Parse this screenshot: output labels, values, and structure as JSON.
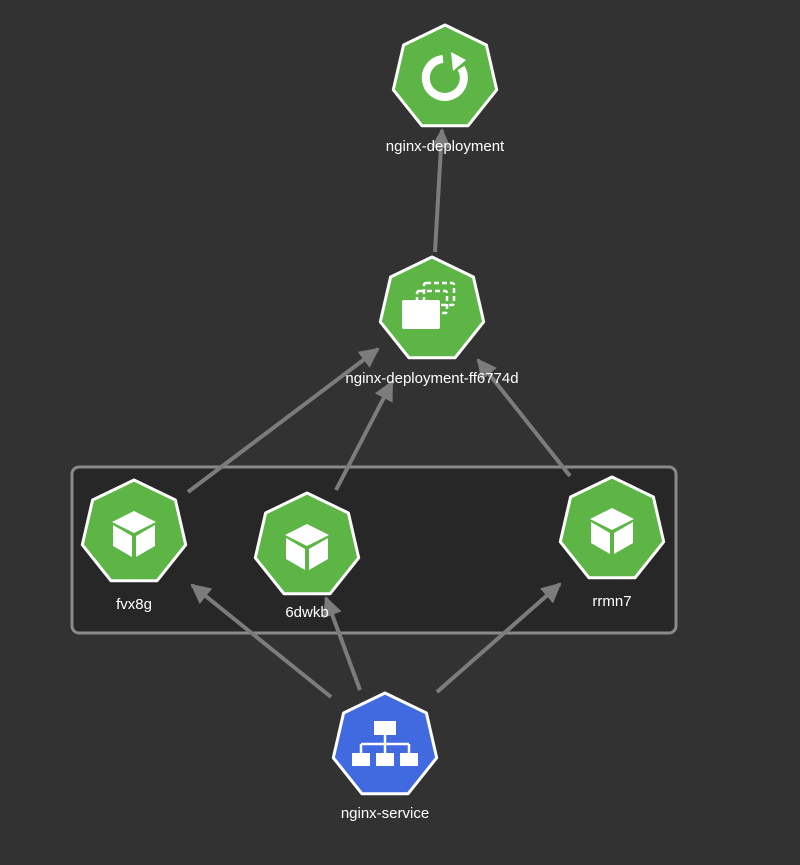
{
  "colors": {
    "background": "#323232",
    "group_fill": "#272727",
    "group_stroke": "#8a8a8a",
    "edge": "#7c7c7c",
    "node_green": "#5cb544",
    "node_blue": "#4169e0",
    "node_border": "#ffffff",
    "icon": "#ffffff",
    "label": "#ffffff"
  },
  "nodes": [
    {
      "id": "deployment",
      "label": "nginx-deployment",
      "kind": "deployment",
      "icon": "refresh-icon",
      "color": "#5cb544"
    },
    {
      "id": "replicaset",
      "label": "nginx-deployment-ff6774d",
      "kind": "replicaset",
      "icon": "stacked-windows-icon",
      "color": "#5cb544"
    },
    {
      "id": "pod1",
      "label": "fvx8g",
      "kind": "pod",
      "icon": "cube-icon",
      "color": "#5cb544"
    },
    {
      "id": "pod2",
      "label": "6dwkb",
      "kind": "pod",
      "icon": "cube-icon",
      "color": "#5cb544"
    },
    {
      "id": "pod3",
      "label": "rrmn7",
      "kind": "pod",
      "icon": "cube-icon",
      "color": "#5cb544"
    },
    {
      "id": "service",
      "label": "nginx-service",
      "kind": "service",
      "icon": "network-tree-icon",
      "color": "#4169e0"
    }
  ],
  "edges": [
    {
      "from": "replicaset",
      "to": "deployment"
    },
    {
      "from": "pod1",
      "to": "replicaset"
    },
    {
      "from": "pod2",
      "to": "replicaset"
    },
    {
      "from": "pod3",
      "to": "replicaset"
    },
    {
      "from": "service",
      "to": "pod1"
    },
    {
      "from": "service",
      "to": "pod2"
    },
    {
      "from": "service",
      "to": "pod3"
    }
  ]
}
